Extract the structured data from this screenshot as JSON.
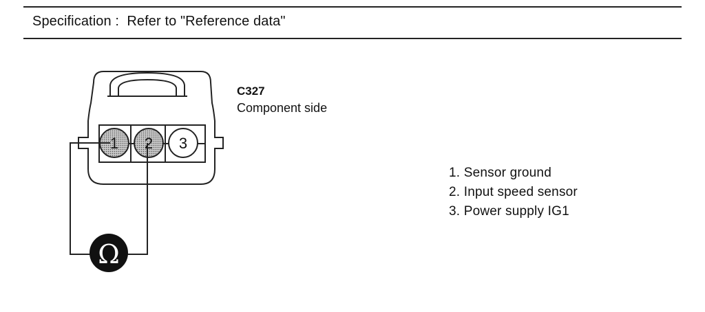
{
  "specification": {
    "label": "Specification",
    "separator": ":",
    "text": "Refer to \"Reference data\""
  },
  "connector": {
    "id": "C327",
    "side": "Component side",
    "pins": [
      {
        "number": "1",
        "label": "1. Sensor ground",
        "probed": true
      },
      {
        "number": "2",
        "label": "2. Input speed sensor",
        "probed": true
      },
      {
        "number": "3",
        "label": "3. Power supply IG1",
        "probed": false
      }
    ]
  },
  "meter": {
    "symbol": "Ω",
    "icon": "ohmmeter-icon"
  },
  "colors": {
    "pin_probed_fill": "#8a8a8a",
    "pin_open_fill": "#ffffff",
    "meter_fill": "#111111",
    "line": "#222222"
  }
}
